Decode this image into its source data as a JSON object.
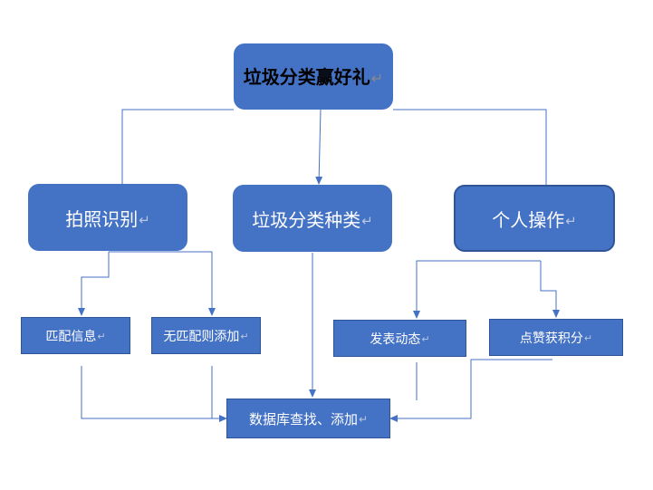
{
  "nodes": {
    "root": "垃圾分类赢好礼",
    "photo_recognition": "拍照识别",
    "garbage_types": "垃圾分类种类",
    "personal_ops": "个人操作",
    "match_info": "匹配信息",
    "no_match_add": "无匹配则添加",
    "publish_post": "发表动态",
    "like_points": "点赞获积分",
    "database_query_add": "数据库查找、添加"
  },
  "paragraph_mark": "↵",
  "colors": {
    "box_fill": "#4472C4",
    "box_border": "#2F5597",
    "connector": "#4472C4",
    "text": "#FFFFFF",
    "root_text": "#000000"
  }
}
